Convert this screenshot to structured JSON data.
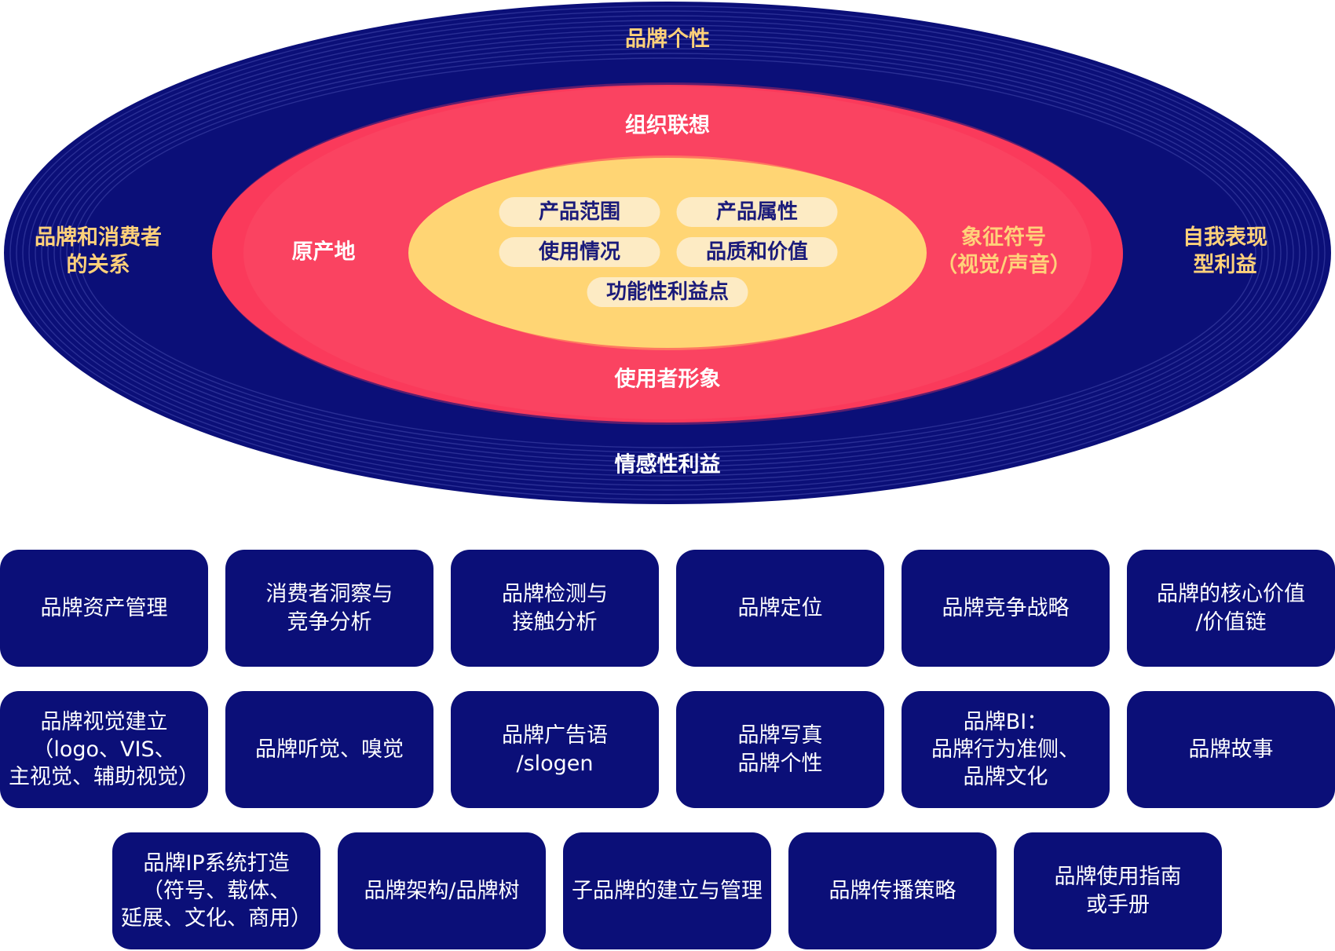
{
  "diagram": {
    "outer": {
      "top": "品牌个性",
      "bottom": "情感性利益",
      "left": "品牌和消费者\n的关系",
      "right": "自我表现\n型利益"
    },
    "middle": {
      "top": "组织联想",
      "bottom": "使用者形象",
      "left": "原产地",
      "right": "象征符号\n（视觉/声音）"
    },
    "core": {
      "pills": [
        "产品范围",
        "产品属性",
        "使用情况",
        "品质和价值",
        "功能性利益点"
      ]
    },
    "colors": {
      "outer": "#0b0f78",
      "middle": "#fa3a5b",
      "core": "#ffd574",
      "core_glow": "#ff7760",
      "pill": "#fdebc4",
      "gold_text": "#ffd17a"
    }
  },
  "grid": {
    "row1": [
      "品牌资产管理",
      "消费者洞察与\n竞争分析",
      "品牌检测与\n接触分析",
      "品牌定位",
      "品牌竞争战略",
      "品牌的核心价值\n/价值链"
    ],
    "row2": [
      "品牌视觉建立\n（logo、VIS、\n主视觉、辅助视觉）",
      "品牌听觉、嗅觉",
      "品牌广告语\n/slogen",
      "品牌写真\n品牌个性",
      "品牌BI：\n品牌行为准侧、\n品牌文化",
      "品牌故事"
    ],
    "row3": [
      "品牌IP系统打造\n（符号、载体、\n延展、文化、商用）",
      "品牌架构/品牌树",
      "子品牌的建立与管理",
      "品牌传播策略",
      "品牌使用指南\n或手册"
    ]
  }
}
